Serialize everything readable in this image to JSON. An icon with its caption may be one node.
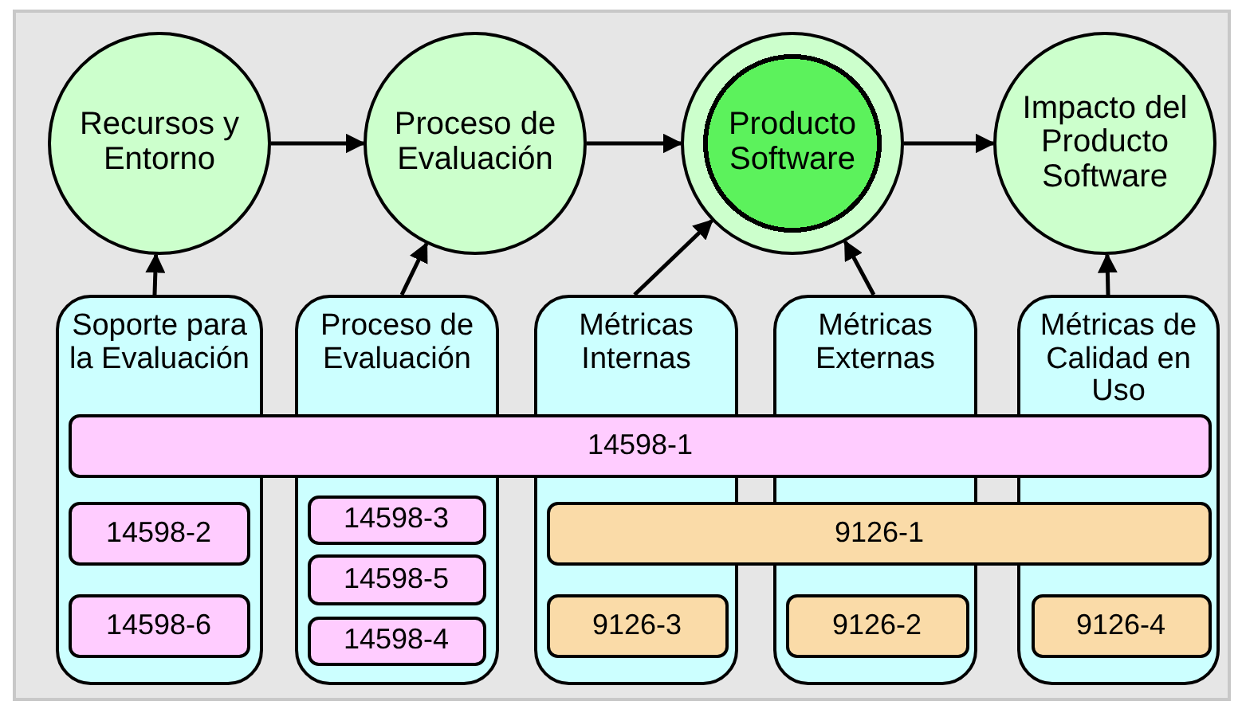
{
  "diagram": {
    "nodes": [
      {
        "text": [
          "Recursos y Entorno"
        ]
      },
      {
        "text": [
          "Proceso de Evaluación"
        ]
      },
      {
        "text": [
          "Producto Software"
        ]
      },
      {
        "text": [
          "Impacto del Producto Software"
        ]
      },
      {
        "text": [
          "Soporte para la Evaluación"
        ]
      },
      {
        "text": [
          "Proceso de Evaluación"
        ]
      },
      {
        "text": [
          "Métricas Internas"
        ]
      },
      {
        "text": [
          "Métricas Externas"
        ]
      },
      {
        "text": [
          "Métricas de Calidad en Uso"
        ]
      },
      {
        "text": [
          "14598-1"
        ]
      },
      {
        "text": [
          "14598-2"
        ],
        "in": 4
      },
      {
        "text": [
          "14598-3"
        ],
        "in": 5
      },
      {
        "text": [
          "9126-1"
        ]
      },
      {
        "text": [
          "14598-5"
        ],
        "in": 5
      },
      {
        "text": [
          "14598-6"
        ],
        "in": 4
      },
      {
        "text": [
          "14598-4"
        ],
        "in": 5
      },
      {
        "text": [
          "9126-3"
        ],
        "in": 6
      },
      {
        "text": [
          "9126-2"
        ],
        "in": 7
      },
      {
        "text": [
          "9126-4"
        ],
        "in": 8
      }
    ],
    "edges": [
      {
        "from": 0,
        "to": 1,
        "arrow": "to"
      },
      {
        "from": 1,
        "to": 2,
        "arrow": "to"
      },
      {
        "from": 2,
        "to": 3,
        "arrow": "to"
      },
      {
        "from": 4,
        "to": 0,
        "arrow": "to"
      },
      {
        "from": 5,
        "to": 1,
        "arrow": "to"
      },
      {
        "from": 6,
        "to": 2,
        "arrow": "to"
      },
      {
        "from": 7,
        "to": 2,
        "arrow": "to"
      },
      {
        "from": 8,
        "to": 3,
        "arrow": "to"
      }
    ]
  }
}
